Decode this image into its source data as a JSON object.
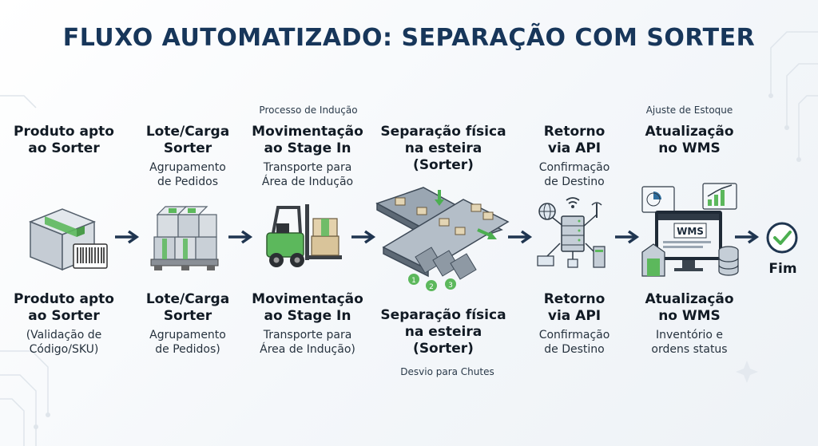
{
  "title": "FLUXO AUTOMATIZADO: SEPARAÇÃO COM SORTER",
  "notes": {
    "inducao": "Processo de Indução",
    "estoque": "Ajuste de Estoque",
    "chutes": "Desvio para Chutes"
  },
  "steps": [
    {
      "top_title": "Produto apto\nao Sorter",
      "top_sub": "",
      "bottom_title": "Produto apto\nao Sorter",
      "bottom_sub": "(Validação de\nCódigo/SKU)",
      "icon": "barcode-box-icon"
    },
    {
      "top_title": "Lote/Carga\nSorter",
      "top_sub": "Agrupamento\nde Pedidos",
      "bottom_title": "Lote/Carga\nSorter",
      "bottom_sub": "Agrupamento\nde Pedidos)",
      "icon": "pallet-icon"
    },
    {
      "top_title": "Movimentação\nao Stage In",
      "top_sub": "Transporte para\nÁrea de Indução",
      "bottom_title": "Movimentação\nao Stage In",
      "bottom_sub": "Transporte para\nÁrea de Indução)",
      "icon": "forklift-icon"
    },
    {
      "top_title": "Separação física\nna esteira\n(Sorter)",
      "top_sub": "",
      "bottom_title": "Separação física\nna esteira\n(Sorter)",
      "bottom_sub": "",
      "icon": "conveyor-sorter-icon",
      "chute_labels": [
        "1",
        "2",
        "3"
      ]
    },
    {
      "top_title": "Retorno\nvia API",
      "top_sub": "Confirmação\nde Destino",
      "bottom_title": "Retorno\nvia API",
      "bottom_sub": "Confirmação\nde Destino",
      "icon": "api-server-icon"
    },
    {
      "top_title": "Atualização\nno WMS",
      "top_sub": "",
      "bottom_title": "Atualização\nno WMS",
      "bottom_sub": "Inventório e\nordens status",
      "icon": "wms-dashboard-icon",
      "wms_label": "WMS"
    }
  ],
  "end": {
    "label": "Fim",
    "icon": "check-circle-icon"
  },
  "colors": {
    "title": "#17365a",
    "arrow": "#1f3550",
    "green": "#5cb85c",
    "box": "#c8d0d8"
  }
}
